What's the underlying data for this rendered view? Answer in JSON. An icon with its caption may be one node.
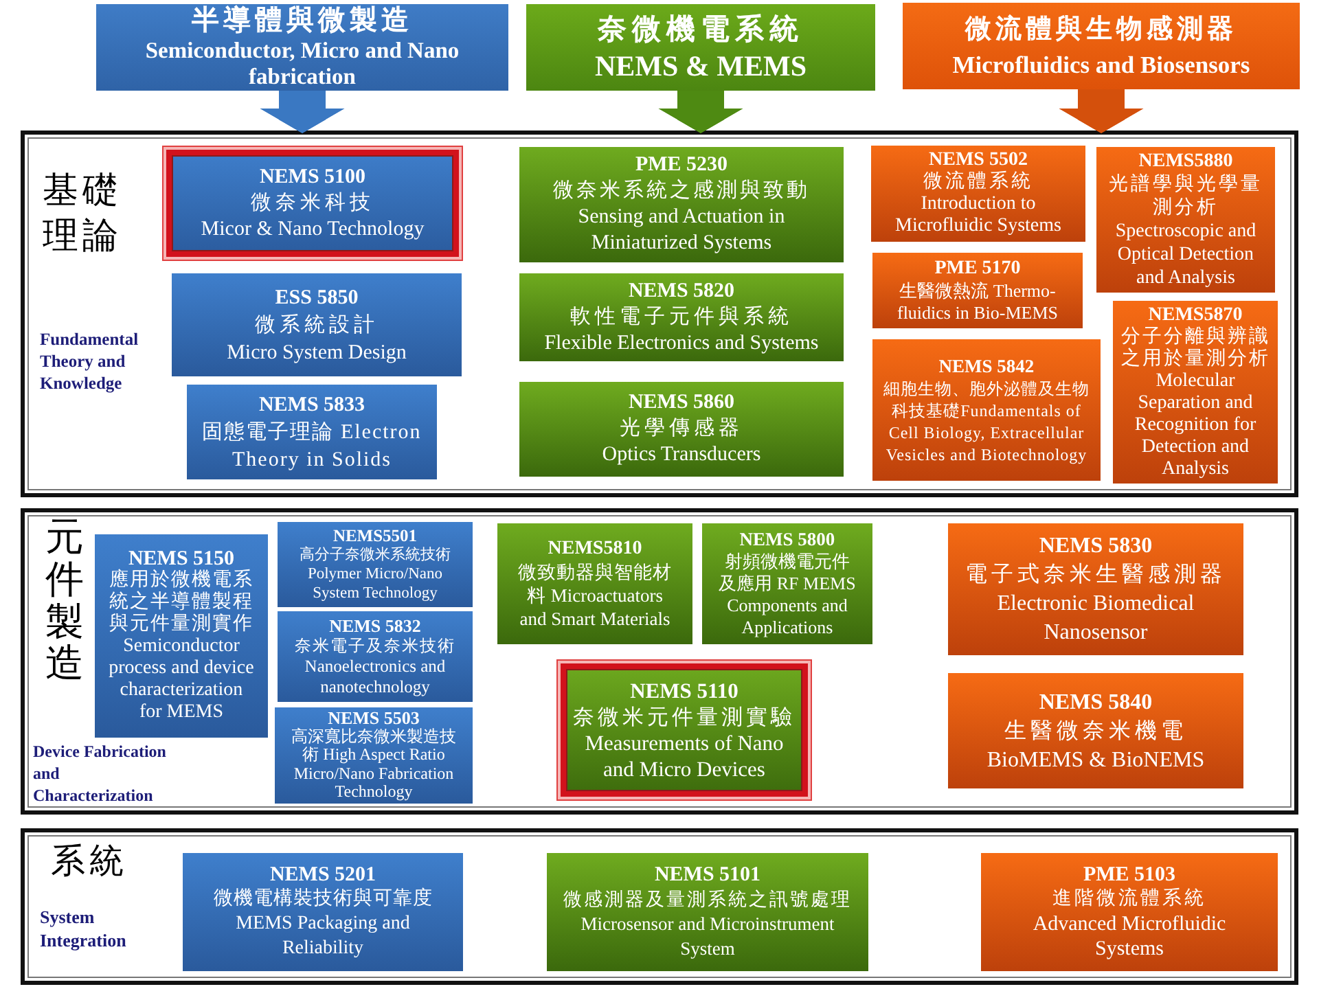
{
  "diagram": {
    "nodes": [
      {
        "text": [
          "半導體與微製造",
          "Semiconductor, Micro and Nano fabrication"
        ]
      },
      {
        "text": [
          "奈微機電系統",
          "NEMS & MEMS"
        ]
      },
      {
        "text": [
          "微流體與生物感測器",
          "Microfluidics and Biosensors"
        ]
      },
      {
        "text": [
          "基礎理論",
          "Fundamental Theory and Knowledge"
        ]
      },
      {
        "text": [
          "NEMS 5100",
          "微奈米科技",
          "Micor & Nano Technology"
        ],
        "in": 3
      },
      {
        "text": [
          "ESS 5850",
          "微系統設計",
          "Micro System Design"
        ],
        "in": 3
      },
      {
        "text": [
          "NEMS 5833",
          "固態電子理論 Electron Theory in Solids"
        ],
        "in": 3
      },
      {
        "text": [
          "PME 5230",
          "微奈米系統之感測與致動",
          "Sensing and Actuation in Miniaturized Systems"
        ],
        "in": 3
      },
      {
        "text": [
          "NEMS 5820",
          "軟性電子元件與系統",
          "Flexible Electronics and Systems"
        ],
        "in": 3
      },
      {
        "text": [
          "NEMS 5860",
          "光學傳感器",
          "Optics Transducers"
        ],
        "in": 3
      },
      {
        "text": [
          "NEMS 5502",
          "微流體系統",
          "Introduction to Microfluidic Systems"
        ],
        "in": 3
      },
      {
        "text": [
          "PME 5170",
          "生醫微熱流 Thermo-fluidics in Bio-MEMS"
        ],
        "in": 3
      },
      {
        "text": [
          "NEMS 5842",
          "細胞生物、胞外泌體及生物科技基礎Fundamentals of Cell Biology, Extracellular Vesicles and Biotechnology"
        ],
        "in": 3
      },
      {
        "text": [
          "NEMS5880",
          "光譜學與光學量測分析",
          "Spectroscopic and Optical Detection and Analysis"
        ],
        "in": 3
      },
      {
        "text": [
          "NEMS5870",
          "分子分離與辨識之用於量測分析",
          "Molecular Separation and Recognition for Detection and Analysis"
        ],
        "in": 3
      },
      {
        "text": [
          "元件製造",
          "Device Fabrication and Characterization"
        ]
      },
      {
        "text": [
          "NEMS 5150",
          "應用於微機電系統之半導體製程與元件量測實作",
          "Semiconductor process and device characterization for MEMS"
        ],
        "in": 15
      },
      {
        "text": [
          "NEMS5501",
          "高分子奈微米系統技術",
          "Polymer Micro/Nano System Technology"
        ],
        "in": 15
      },
      {
        "text": [
          "NEMS 5832",
          "奈米電子及奈米技術",
          "Nanoelectronics and nanotechnology"
        ],
        "in": 15
      },
      {
        "text": [
          "NEMS 5503",
          "高深寬比奈微米製造技術 High Aspect Ratio Micro/Nano Fabrication Technology"
        ],
        "in": 15
      },
      {
        "text": [
          "NEMS5810",
          "微致動器與智能材料 Microactuators and Smart Materials"
        ],
        "in": 15
      },
      {
        "text": [
          "NEMS 5800",
          "射頻微機電元件及應用 RF MEMS Components and Applications"
        ],
        "in": 15
      },
      {
        "text": [
          "NEMS 5110",
          "奈微米元件量測實驗",
          "Measurements of Nano and Micro Devices"
        ],
        "in": 15
      },
      {
        "text": [
          "NEMS 5830",
          "電子式奈米生醫感測器",
          "Electronic Biomedical Nanosensor"
        ],
        "in": 15
      },
      {
        "text": [
          "NEMS 5840",
          "生醫微奈米機電",
          "BioMEMS & BioNEMS"
        ],
        "in": 15
      },
      {
        "text": [
          "系統",
          "System Integration"
        ]
      },
      {
        "text": [
          "NEMS 5201",
          "微機電構裝技術與可靠度",
          "MEMS Packaging and Reliability"
        ],
        "in": 25
      },
      {
        "text": [
          "NEMS 5101",
          "微感測器及量測系統之訊號處理",
          "Microsensor and Microinstrument System"
        ],
        "in": 25
      },
      {
        "text": [
          "PME 5103",
          "進階微流體系統",
          "Advanced Microfluidic Systems"
        ],
        "in": 25
      }
    ],
    "edges": [
      {
        "from": 0,
        "to": 3,
        "arrow": "to",
        "color": "#3a78c2"
      },
      {
        "from": 1,
        "to": 3,
        "arrow": "to",
        "color": "#4e8a12"
      },
      {
        "from": 2,
        "to": 3,
        "arrow": "to",
        "color": "#d4500c"
      }
    ]
  }
}
